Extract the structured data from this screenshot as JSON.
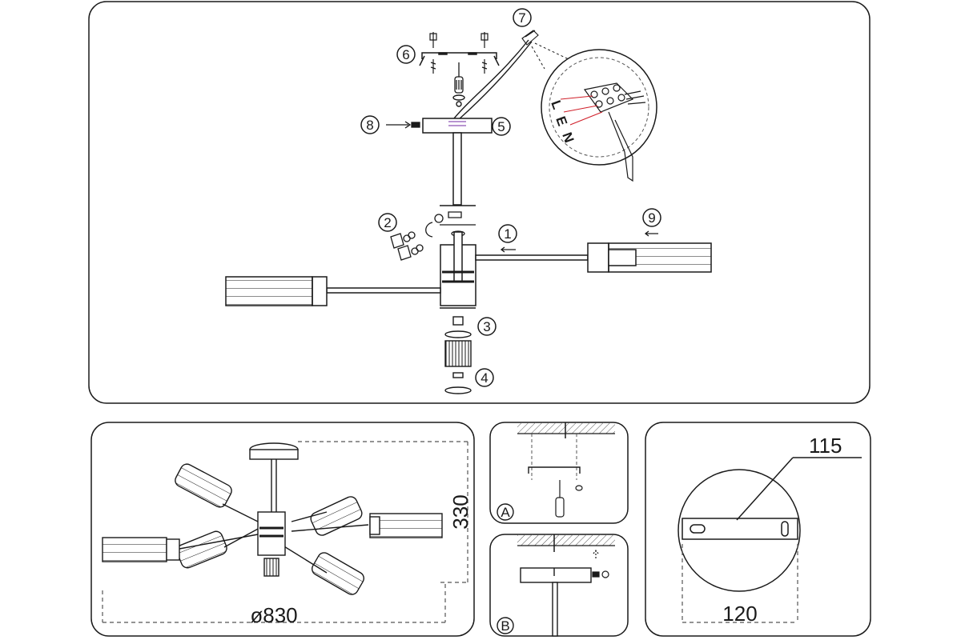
{
  "callouts": [
    "1",
    "2",
    "3",
    "4",
    "5",
    "6",
    "7",
    "8",
    "9"
  ],
  "wire_letters": [
    "L",
    "E",
    "N"
  ],
  "panels": {
    "overall": {
      "height": "330",
      "diameter": "ø830"
    },
    "step_a": {
      "label": "A"
    },
    "step_b": {
      "label": "B"
    },
    "canopy": {
      "diameter": "115",
      "width": "120"
    }
  },
  "colors": {
    "line": "#1a1a1a",
    "wire": "#d0202a",
    "dash": "#555555"
  }
}
